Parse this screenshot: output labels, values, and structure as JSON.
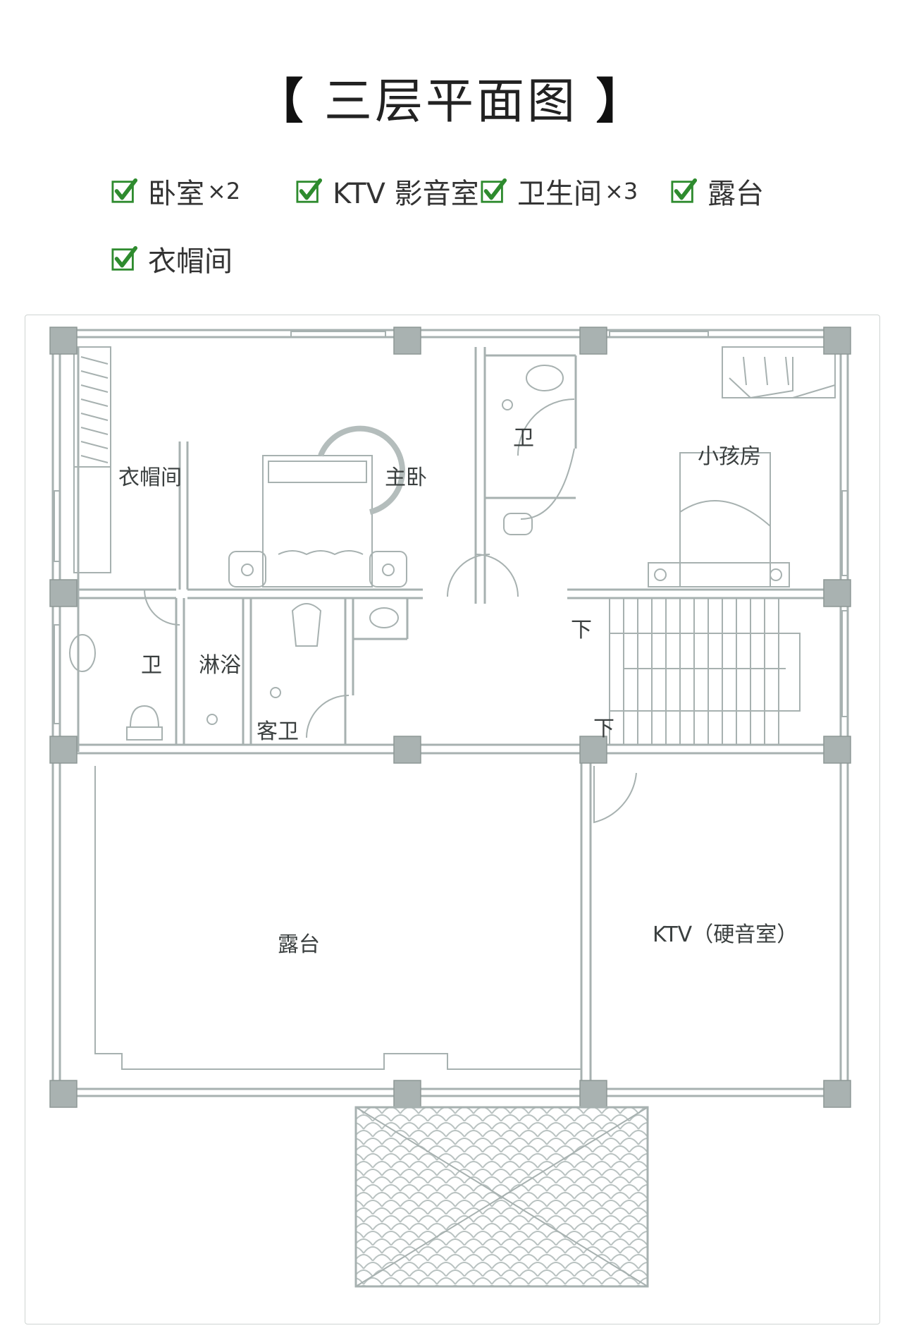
{
  "title": {
    "open": "【",
    "text": "三层平面图",
    "close": "】"
  },
  "features": [
    {
      "label": "卧室",
      "suffix": "×2"
    },
    {
      "label": "KTV 影音室",
      "suffix": ""
    },
    {
      "label": "卫生间",
      "suffix": "×3"
    },
    {
      "label": "露台",
      "suffix": ""
    },
    {
      "label": "衣帽间",
      "suffix": ""
    }
  ],
  "rooms": {
    "closet": "衣帽间",
    "master": "主卧",
    "bath_top": "卫",
    "kids": "小孩房",
    "bath_left": "卫",
    "shower": "淋浴",
    "guest_bath": "客卫",
    "stairs_down_1": "下",
    "stairs_down_2": "下",
    "terrace": "露台",
    "ktv": "KTV（硬音室）"
  },
  "colors": {
    "check_green": "#2e8b2e",
    "wall_line": "#a7b1b0",
    "column_fill": "#a9b2b1",
    "roof_line": "#b9c2c1"
  }
}
